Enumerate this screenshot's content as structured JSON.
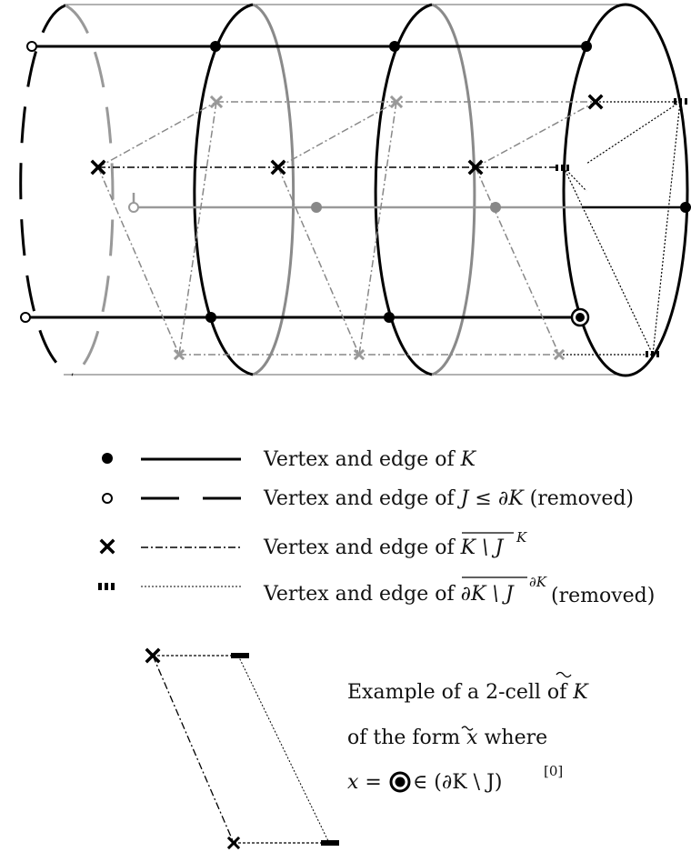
{
  "legend": {
    "items": [
      {
        "marker": "filled-dot-icon",
        "line_style": "solid",
        "prefix": "Vertex and edge of ",
        "math": "K",
        "suffix": ""
      },
      {
        "marker": "hollow-dot-icon",
        "line_style": "long-dash",
        "prefix": "Vertex and edge of ",
        "math": "J ≤ ∂K",
        "suffix": " (removed)"
      },
      {
        "marker": "cross-icon",
        "line_style": "dash-dot",
        "prefix": "Vertex and edge of ",
        "math": "K \\ J",
        "superscript": "K",
        "suffix": ""
      },
      {
        "marker": "triple-tick-icon",
        "line_style": "dotted",
        "prefix": "Vertex and edge of ",
        "math": "∂K \\ J",
        "superscript": "∂K",
        "suffix": "(removed)"
      }
    ]
  },
  "example": {
    "line1_prefix": "Example of a 2-cell of ",
    "line1_math": "K",
    "line2_prefix": "of the form ",
    "line2_math": "x",
    "line2_suffix": " where",
    "line3_lhs": "x",
    "line3_eq": " = ",
    "line3_mid": " ∈ (∂K \\ J)",
    "line3_sup": "[0]"
  },
  "colors": {
    "black": "#000000",
    "gray": "#8a8a8a",
    "light_gray": "#9a9a9a"
  }
}
